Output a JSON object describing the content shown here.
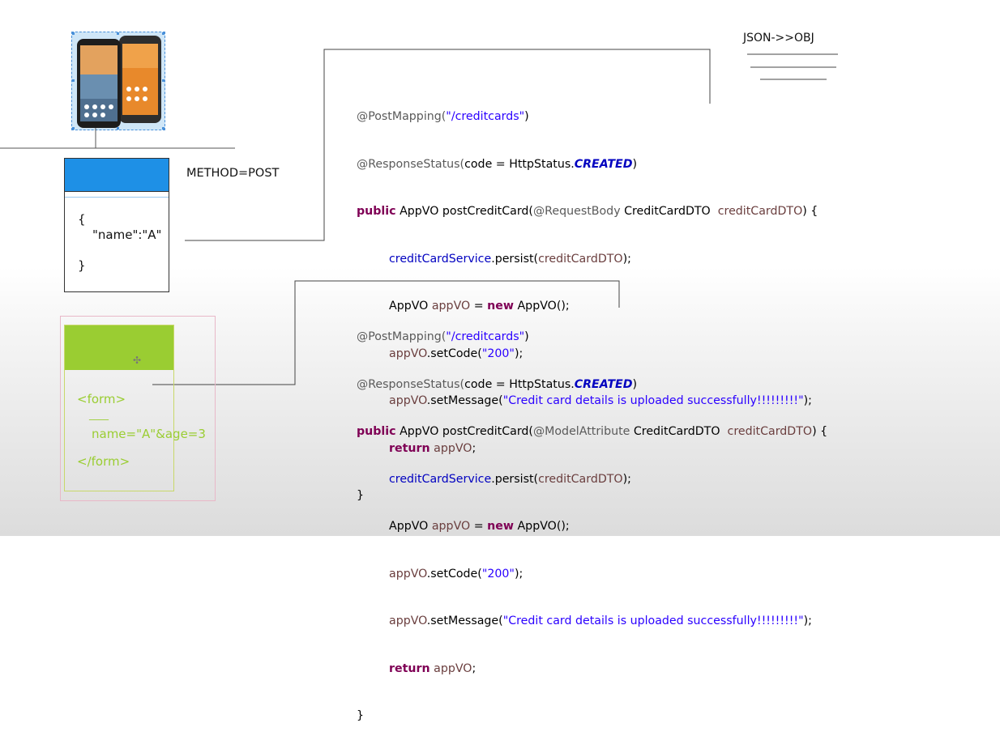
{
  "labels": {
    "json_to_obj": "JSON->>OBJ",
    "method_post": "METHOD=POST"
  },
  "json_box": {
    "open": "{",
    "body": "\"name\":\"A\"",
    "close": "}"
  },
  "form_box": {
    "open": "<form>",
    "underline": "____",
    "body": "name=\"A\"&age=3",
    "close": "</form>"
  },
  "code_top": {
    "l1_ann": "@PostMapping(",
    "l1_str": "\"/creditcards\"",
    "l1_end": ")",
    "l2_ann": "@ResponseStatus(",
    "l2_mid": "code = HttpStatus.",
    "l2_cst": "CREATED",
    "l2_end": ")",
    "l3_kw": "public",
    "l3_a": " AppVO postCreditCard(",
    "l3_ann": "@RequestBody",
    "l3_b": " CreditCardDTO  ",
    "l3_var": "creditCardDTO",
    "l3_end": ") {",
    "l4_fld": "creditCardService",
    "l4_a": ".persist(",
    "l4_var": "creditCardDTO",
    "l4_end": ");",
    "l5_a": "AppVO ",
    "l5_var": "appVO",
    "l5_b": " = ",
    "l5_kw": "new",
    "l5_end": " AppVO();",
    "l6_var": "appVO",
    "l6_a": ".setCode(",
    "l6_str": "\"200\"",
    "l6_end": ");",
    "l7_var": "appVO",
    "l7_a": ".setMessage(",
    "l7_str": "\"Credit card details is uploaded successfully!!!!!!!!!\"",
    "l7_end": ");",
    "l8_kw": "return",
    "l8_var": " appVO",
    "l8_end": ";",
    "l9": "}"
  },
  "code_bottom": {
    "l1_ann": "@PostMapping(",
    "l1_str": "\"/creditcards\"",
    "l1_end": ")",
    "l2_ann": "@ResponseStatus(",
    "l2_mid": "code = HttpStatus.",
    "l2_cst": "CREATED",
    "l2_end": ")",
    "l3_kw": "public",
    "l3_a": " AppVO postCreditCard(",
    "l3_ann": "@ModelAttribute",
    "l3_b": " CreditCardDTO  ",
    "l3_var": "creditCardDTO",
    "l3_end": ") {",
    "l4_fld": "creditCardService",
    "l4_a": ".persist(",
    "l4_var": "creditCardDTO",
    "l4_end": ");",
    "l5_a": "AppVO ",
    "l5_var": "appVO",
    "l5_b": " = ",
    "l5_kw": "new",
    "l5_end": " AppVO();",
    "l6_var": "appVO",
    "l6_a": ".setCode(",
    "l6_str": "\"200\"",
    "l6_end": ");",
    "l7_var": "appVO",
    "l7_a": ".setMessage(",
    "l7_str": "\"Credit card details is uploaded successfully!!!!!!!!!\"",
    "l7_end": ");",
    "l8_kw": "return",
    "l8_var": " appVO",
    "l8_end": ";",
    "l9": "}"
  },
  "colors": {
    "json_header": "#1e90e6",
    "form_header": "#9acd32",
    "form_text": "#9acd32",
    "form_border_outer": "#e8b8c8",
    "annotation": "#5a5a5a",
    "string": "#2a00ff",
    "keyword": "#7f0055",
    "field": "#0000c0"
  },
  "icons": {
    "phones": "smartphones-image",
    "cursor": "move-cursor-icon"
  }
}
